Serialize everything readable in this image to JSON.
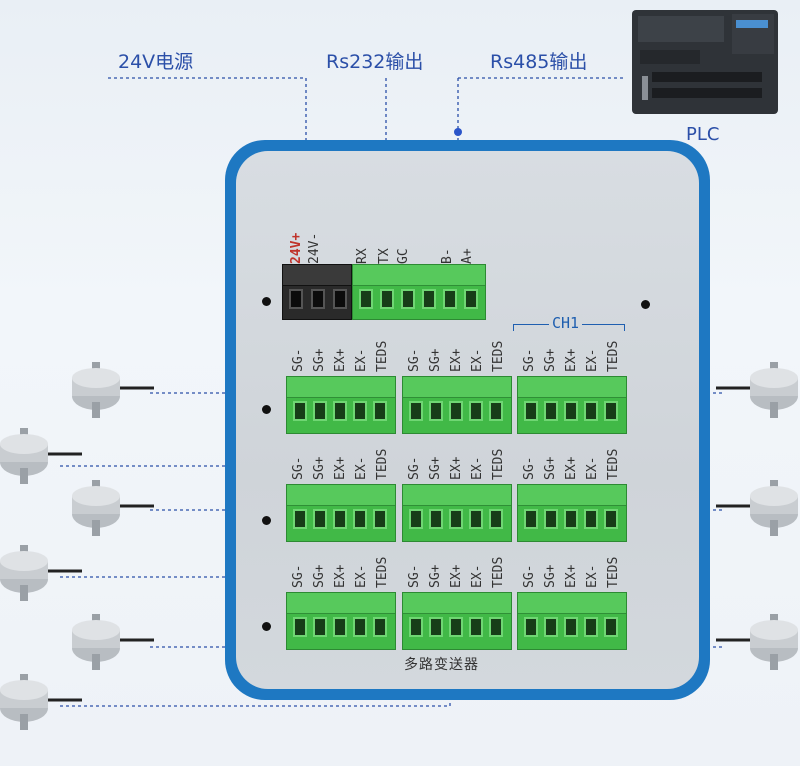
{
  "labels": {
    "power": "24V电源",
    "rs232": "Rs232输出",
    "rs485": "Rs485输出",
    "plc": "PLC",
    "device_name": "多路变送器"
  },
  "top_terminal": {
    "power_pins": [
      "24V+",
      "24V-"
    ],
    "comm_pins": [
      "RX",
      "TX",
      "GC",
      "",
      "B-",
      "A+"
    ]
  },
  "channel_label": "CH1",
  "channel_pins": [
    "SG-",
    "SG+",
    "EX+",
    "EX-",
    "TEDS"
  ],
  "colors": {
    "board_blue": "#1e78c2",
    "terminal_green": "#41b947",
    "label_blue": "#2b4fa8",
    "power_red": "#c0322a"
  }
}
